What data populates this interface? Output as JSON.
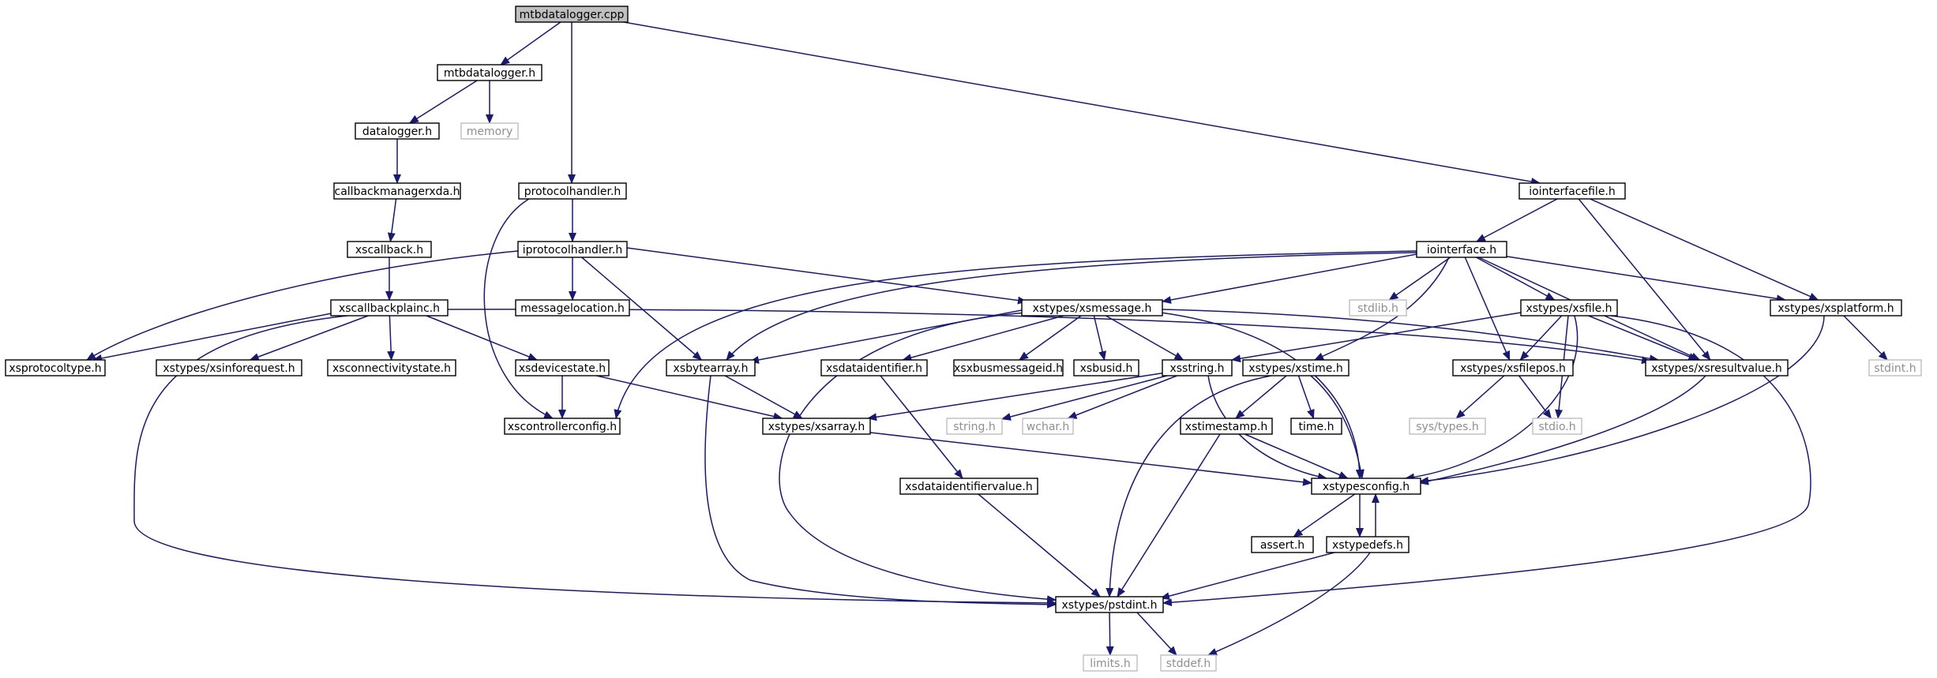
{
  "diagram": {
    "edge_color": "#191970",
    "nodes": {
      "mtbdatalogger_cpp": {
        "label": "mtbdatalogger.cpp",
        "kind": "root"
      },
      "mtbdatalogger_h": {
        "label": "mtbdatalogger.h",
        "kind": "file"
      },
      "datalogger_h": {
        "label": "datalogger.h",
        "kind": "file"
      },
      "memory": {
        "label": "memory",
        "kind": "system"
      },
      "callbackmanagerxda_h": {
        "label": "callbackmanagerxda.h",
        "kind": "file"
      },
      "xscallback_h": {
        "label": "xscallback.h",
        "kind": "file"
      },
      "xscallbackplainc_h": {
        "label": "xscallbackplainc.h",
        "kind": "file"
      },
      "protocolhandler_h": {
        "label": "protocolhandler.h",
        "kind": "file"
      },
      "iprotocolhandler_h": {
        "label": "iprotocolhandler.h",
        "kind": "file"
      },
      "messagelocation_h": {
        "label": "messagelocation.h",
        "kind": "file"
      },
      "iointerfacefile_h": {
        "label": "iointerfacefile.h",
        "kind": "file"
      },
      "iointerface_h": {
        "label": "iointerface.h",
        "kind": "file"
      },
      "stdlib_h": {
        "label": "stdlib.h",
        "kind": "system"
      },
      "xsxsfile_h": {
        "label": "xstypes/xsfile.h",
        "kind": "file"
      },
      "xsxsplatform_h": {
        "label": "xstypes/xsplatform.h",
        "kind": "file"
      },
      "stdint_h": {
        "label": "stdint.h",
        "kind": "system"
      },
      "xsxsmessage_h": {
        "label": "xstypes/xsmessage.h",
        "kind": "file"
      },
      "xsprotocoltype_h": {
        "label": "xsprotocoltype.h",
        "kind": "file"
      },
      "xsinforequest_h": {
        "label": "xstypes/xsinforequest.h",
        "kind": "file"
      },
      "xsconnectivitystate_h": {
        "label": "xsconnectivitystate.h",
        "kind": "file"
      },
      "xsdevicestate_h": {
        "label": "xsdevicestate.h",
        "kind": "file"
      },
      "xsbytearray_h": {
        "label": "xsbytearray.h",
        "kind": "file"
      },
      "xsdataidentifier_h": {
        "label": "xsdataidentifier.h",
        "kind": "file"
      },
      "xsxbusmessageid_h": {
        "label": "xsxbusmessageid.h",
        "kind": "file"
      },
      "xsbusid_h": {
        "label": "xsbusid.h",
        "kind": "file"
      },
      "xsstring_h": {
        "label": "xsstring.h",
        "kind": "file"
      },
      "xsxstime_h": {
        "label": "xstypes/xstime.h",
        "kind": "file"
      },
      "xsxsfilepos_h": {
        "label": "xstypes/xsfilepos.h",
        "kind": "file"
      },
      "xsxsresultvalue_h": {
        "label": "xstypes/xsresultvalue.h",
        "kind": "file"
      },
      "xscontrollerconfig_h": {
        "label": "xscontrollerconfig.h",
        "kind": "file"
      },
      "xsxsarray_h": {
        "label": "xstypes/xsarray.h",
        "kind": "file"
      },
      "string_h": {
        "label": "string.h",
        "kind": "system"
      },
      "wchar_h": {
        "label": "wchar.h",
        "kind": "system"
      },
      "xstimestamp_h": {
        "label": "xstimestamp.h",
        "kind": "file"
      },
      "time_h": {
        "label": "time.h",
        "kind": "file"
      },
      "systypes_h": {
        "label": "sys/types.h",
        "kind": "system"
      },
      "stdio_h": {
        "label": "stdio.h",
        "kind": "system"
      },
      "xsdataidentifiervalue_h": {
        "label": "xsdataidentifiervalue.h",
        "kind": "file"
      },
      "xstypesconfig_h": {
        "label": "xstypesconfig.h",
        "kind": "file"
      },
      "assert_h": {
        "label": "assert.h",
        "kind": "file"
      },
      "xstypedefs_h": {
        "label": "xstypedefs.h",
        "kind": "file"
      },
      "xspstdint_h": {
        "label": "xstypes/pstdint.h",
        "kind": "file"
      },
      "limits_h": {
        "label": "limits.h",
        "kind": "system"
      },
      "stddef_h": {
        "label": "stddef.h",
        "kind": "system"
      }
    },
    "edges": [
      [
        "mtbdatalogger_cpp",
        "mtbdatalogger_h"
      ],
      [
        "mtbdatalogger_cpp",
        "protocolhandler_h"
      ],
      [
        "mtbdatalogger_cpp",
        "iointerfacefile_h"
      ],
      [
        "mtbdatalogger_h",
        "datalogger_h"
      ],
      [
        "mtbdatalogger_h",
        "memory"
      ],
      [
        "datalogger_h",
        "callbackmanagerxda_h"
      ],
      [
        "callbackmanagerxda_h",
        "xscallback_h"
      ],
      [
        "xscallback_h",
        "xscallbackplainc_h"
      ],
      [
        "xscallbackplainc_h",
        "xsprotocoltype_h"
      ],
      [
        "xscallbackplainc_h",
        "xsinforequest_h"
      ],
      [
        "xscallbackplainc_h",
        "xsconnectivitystate_h"
      ],
      [
        "xscallbackplainc_h",
        "xsdevicestate_h"
      ],
      [
        "xscallbackplainc_h",
        "xsxsresultvalue_h"
      ],
      [
        "xscallbackplainc_h",
        "xspstdint_h"
      ],
      [
        "protocolhandler_h",
        "iprotocolhandler_h"
      ],
      [
        "protocolhandler_h",
        "xscontrollerconfig_h"
      ],
      [
        "iprotocolhandler_h",
        "messagelocation_h"
      ],
      [
        "iprotocolhandler_h",
        "xsxsmessage_h"
      ],
      [
        "iprotocolhandler_h",
        "xsprotocoltype_h"
      ],
      [
        "iprotocolhandler_h",
        "xsbytearray_h"
      ],
      [
        "iointerfacefile_h",
        "iointerface_h"
      ],
      [
        "iointerfacefile_h",
        "xsxsplatform_h"
      ],
      [
        "iointerfacefile_h",
        "xsxsresultvalue_h"
      ],
      [
        "iointerface_h",
        "stdlib_h"
      ],
      [
        "iointerface_h",
        "xsxsfile_h"
      ],
      [
        "iointerface_h",
        "xsxsplatform_h"
      ],
      [
        "iointerface_h",
        "xsxsmessage_h"
      ],
      [
        "iointerface_h",
        "xsbytearray_h"
      ],
      [
        "iointerface_h",
        "xsxstime_h"
      ],
      [
        "iointerface_h",
        "xsxsfilepos_h"
      ],
      [
        "iointerface_h",
        "xsxsresultvalue_h"
      ],
      [
        "iointerface_h",
        "xscontrollerconfig_h"
      ],
      [
        "xsxsfile_h",
        "xsstring_h"
      ],
      [
        "xsxsfile_h",
        "xsxsfilepos_h"
      ],
      [
        "xsxsfile_h",
        "xsxsresultvalue_h"
      ],
      [
        "xsxsfile_h",
        "stdio_h"
      ],
      [
        "xsxsfile_h",
        "xstypesconfig_h"
      ],
      [
        "xsxsfile_h",
        "xspstdint_h"
      ],
      [
        "xsxsplatform_h",
        "stdint_h"
      ],
      [
        "xsxsplatform_h",
        "xstypesconfig_h"
      ],
      [
        "xsxsmessage_h",
        "xsbytearray_h"
      ],
      [
        "xsxsmessage_h",
        "xsdataidentifier_h"
      ],
      [
        "xsxsmessage_h",
        "xsxbusmessageid_h"
      ],
      [
        "xsxsmessage_h",
        "xsbusid_h"
      ],
      [
        "xsxsmessage_h",
        "xsstring_h"
      ],
      [
        "xsxsmessage_h",
        "xsxsresultvalue_h"
      ],
      [
        "xsxsmessage_h",
        "xstypesconfig_h"
      ],
      [
        "xsxsmessage_h",
        "xspstdint_h"
      ],
      [
        "xsdevicestate_h",
        "xscontrollerconfig_h"
      ],
      [
        "xsdevicestate_h",
        "xsxsarray_h"
      ],
      [
        "xsbytearray_h",
        "xsxsarray_h"
      ],
      [
        "xsbytearray_h",
        "xspstdint_h"
      ],
      [
        "xsdataidentifier_h",
        "xsdataidentifiervalue_h"
      ],
      [
        "xsstring_h",
        "xsxsarray_h"
      ],
      [
        "xsstring_h",
        "string_h"
      ],
      [
        "xsstring_h",
        "wchar_h"
      ],
      [
        "xsstring_h",
        "xstypesconfig_h"
      ],
      [
        "xsxstime_h",
        "xstimestamp_h"
      ],
      [
        "xsxstime_h",
        "time_h"
      ],
      [
        "xsxstime_h",
        "xstypesconfig_h"
      ],
      [
        "xsxstime_h",
        "xspstdint_h"
      ],
      [
        "xsxsfilepos_h",
        "systypes_h"
      ],
      [
        "xsxsfilepos_h",
        "stdio_h"
      ],
      [
        "xsxsresultvalue_h",
        "xstypesconfig_h"
      ],
      [
        "xsxsarray_h",
        "xstypesconfig_h"
      ],
      [
        "xstimestamp_h",
        "xstypesconfig_h"
      ],
      [
        "xstimestamp_h",
        "xspstdint_h"
      ],
      [
        "xsdataidentifiervalue_h",
        "xspstdint_h"
      ],
      [
        "xstypesconfig_h",
        "assert_h"
      ],
      [
        "xstypesconfig_h",
        "xstypedefs_h"
      ],
      [
        "xstypedefs_h",
        "xstypesconfig_h"
      ],
      [
        "xstypedefs_h",
        "xspstdint_h"
      ],
      [
        "xstypedefs_h",
        "stddef_h"
      ],
      [
        "xspstdint_h",
        "limits_h"
      ],
      [
        "xspstdint_h",
        "stddef_h"
      ]
    ]
  }
}
